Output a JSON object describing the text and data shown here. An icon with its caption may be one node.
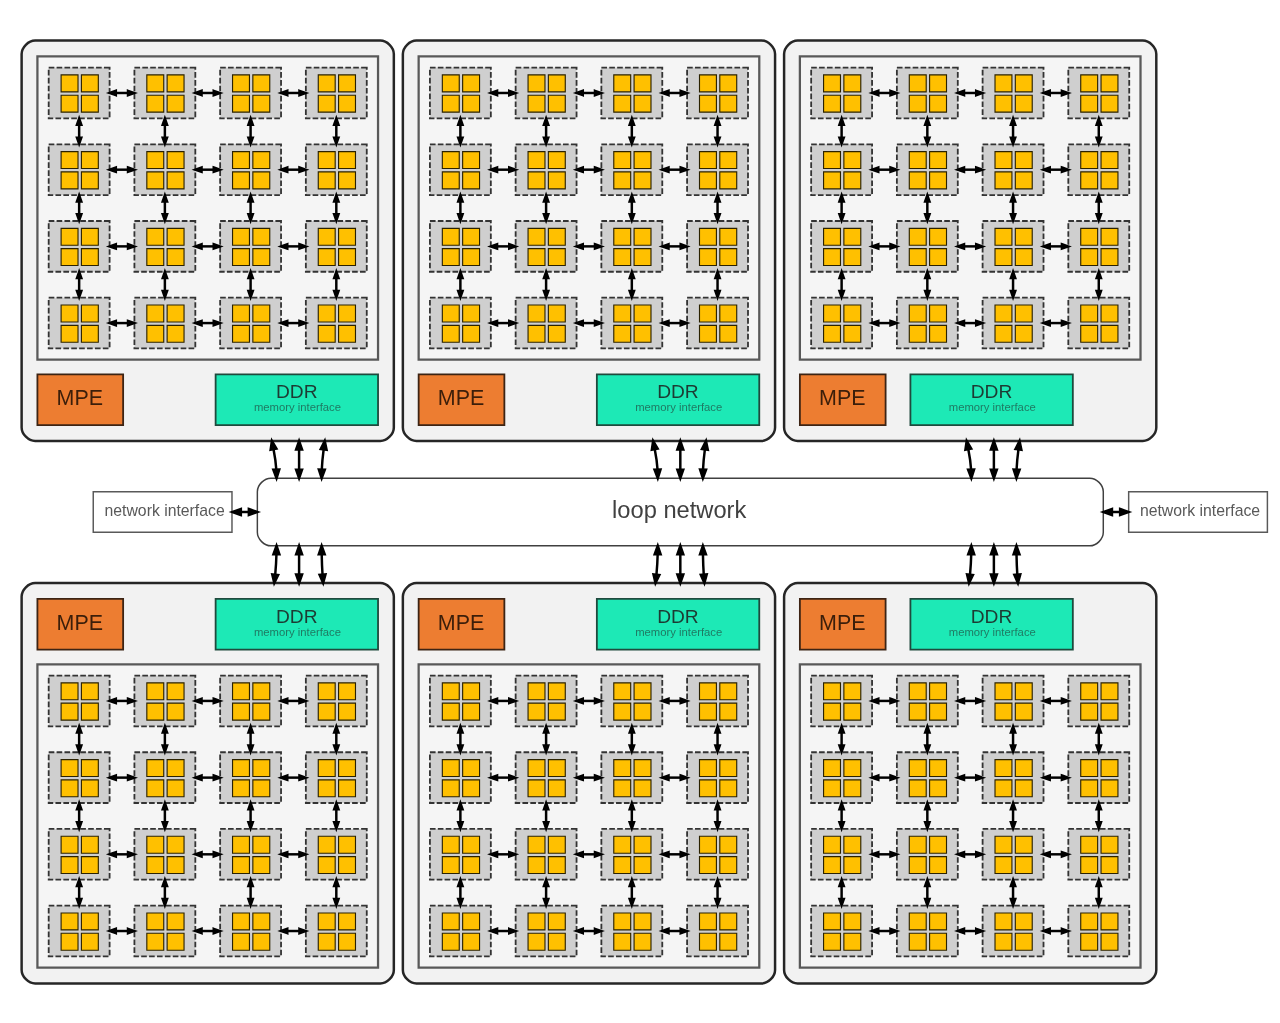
{
  "diagram": {
    "nodes": [
      {
        "text": [],
        "shape": "box"
      },
      {
        "text": [],
        "shape": "box",
        "in": 0
      },
      {
        "text": [],
        "shape": "box",
        "in": 1
      },
      {
        "text": [],
        "shape": "box",
        "in": 1
      },
      {
        "text": [],
        "shape": "box",
        "in": 1
      },
      {
        "text": [],
        "shape": "box",
        "in": 1
      },
      {
        "text": [],
        "shape": "box",
        "in": 1
      },
      {
        "text": [],
        "shape": "box",
        "in": 1
      },
      {
        "text": [],
        "shape": "box",
        "in": 1
      },
      {
        "text": [],
        "shape": "box",
        "in": 1
      },
      {
        "text": [],
        "shape": "box",
        "in": 1
      },
      {
        "text": [],
        "shape": "box",
        "in": 1
      },
      {
        "text": [],
        "shape": "box",
        "in": 1
      },
      {
        "text": [],
        "shape": "box",
        "in": 1
      },
      {
        "text": [],
        "shape": "box",
        "in": 1
      },
      {
        "text": [],
        "shape": "box",
        "in": 1
      },
      {
        "text": [],
        "shape": "box",
        "in": 1
      },
      {
        "text": [],
        "shape": "box",
        "in": 1
      },
      {
        "text": [
          "MPE"
        ],
        "in": 0
      },
      {
        "text": [
          "DDR",
          "memory interface"
        ],
        "in": 0
      },
      {
        "text": [],
        "shape": "box"
      },
      {
        "text": [],
        "shape": "box",
        "in": 20
      },
      {
        "text": [],
        "shape": "box",
        "in": 21
      },
      {
        "text": [],
        "shape": "box",
        "in": 21
      },
      {
        "text": [],
        "shape": "box",
        "in": 21
      },
      {
        "text": [],
        "shape": "box",
        "in": 21
      },
      {
        "text": [],
        "shape": "box",
        "in": 21
      },
      {
        "text": [],
        "shape": "box",
        "in": 21
      },
      {
        "text": [],
        "shape": "box",
        "in": 21
      },
      {
        "text": [],
        "shape": "box",
        "in": 21
      },
      {
        "text": [],
        "shape": "box",
        "in": 21
      },
      {
        "text": [],
        "shape": "box",
        "in": 21
      },
      {
        "text": [],
        "shape": "box",
        "in": 21
      },
      {
        "text": [],
        "shape": "box",
        "in": 21
      },
      {
        "text": [],
        "shape": "box",
        "in": 21
      },
      {
        "text": [],
        "shape": "box",
        "in": 21
      },
      {
        "text": [],
        "shape": "box",
        "in": 21
      },
      {
        "text": [],
        "shape": "box",
        "in": 21
      },
      {
        "text": [
          "MPE"
        ],
        "in": 20
      },
      {
        "text": [
          "DDR",
          "memory interface"
        ],
        "in": 20
      },
      {
        "text": [],
        "shape": "box"
      },
      {
        "text": [],
        "shape": "box",
        "in": 40
      },
      {
        "text": [],
        "shape": "box",
        "in": 41
      },
      {
        "text": [],
        "shape": "box",
        "in": 41
      },
      {
        "text": [],
        "shape": "box",
        "in": 41
      },
      {
        "text": [],
        "shape": "box",
        "in": 41
      },
      {
        "text": [],
        "shape": "box",
        "in": 41
      },
      {
        "text": [],
        "shape": "box",
        "in": 41
      },
      {
        "text": [],
        "shape": "box",
        "in": 41
      },
      {
        "text": [],
        "shape": "box",
        "in": 41
      },
      {
        "text": [],
        "shape": "box",
        "in": 41
      },
      {
        "text": [],
        "shape": "box",
        "in": 41
      },
      {
        "text": [],
        "shape": "box",
        "in": 41
      },
      {
        "text": [],
        "shape": "box",
        "in": 41
      },
      {
        "text": [],
        "shape": "box",
        "in": 41
      },
      {
        "text": [],
        "shape": "box",
        "in": 41
      },
      {
        "text": [],
        "shape": "box",
        "in": 41
      },
      {
        "text": [],
        "shape": "box",
        "in": 41
      },
      {
        "text": [
          "MPE"
        ],
        "in": 40
      },
      {
        "text": [
          "DDR",
          "memory interface"
        ],
        "in": 40
      },
      {
        "text": [
          "network interface"
        ]
      },
      {
        "text": [
          "loop network"
        ]
      },
      {
        "text": [
          "network interface"
        ]
      },
      {
        "text": [],
        "shape": "box"
      },
      {
        "text": [
          "MPE"
        ],
        "in": 63
      },
      {
        "text": [
          "DDR",
          "memory interface"
        ],
        "in": 63
      },
      {
        "text": [],
        "shape": "box",
        "in": 63
      },
      {
        "text": [],
        "shape": "box",
        "in": 66
      },
      {
        "text": [],
        "shape": "box",
        "in": 66
      },
      {
        "text": [],
        "shape": "box",
        "in": 66
      },
      {
        "text": [],
        "shape": "box",
        "in": 66
      },
      {
        "text": [],
        "shape": "box",
        "in": 66
      },
      {
        "text": [],
        "shape": "box",
        "in": 66
      },
      {
        "text": [],
        "shape": "box",
        "in": 66
      },
      {
        "text": [],
        "shape": "box",
        "in": 66
      },
      {
        "text": [],
        "shape": "box",
        "in": 66
      },
      {
        "text": [],
        "shape": "box",
        "in": 66
      },
      {
        "text": [],
        "shape": "box",
        "in": 66
      },
      {
        "text": [],
        "shape": "box",
        "in": 66
      },
      {
        "text": [],
        "shape": "box",
        "in": 66
      },
      {
        "text": [],
        "shape": "box",
        "in": 66
      },
      {
        "text": [],
        "shape": "box",
        "in": 66
      },
      {
        "text": [],
        "shape": "box",
        "in": 66
      },
      {
        "text": [],
        "shape": "box"
      },
      {
        "text": [
          "MPE"
        ],
        "in": 83
      },
      {
        "text": [
          "DDR",
          "memory interface"
        ],
        "in": 83
      },
      {
        "text": [],
        "shape": "box",
        "in": 83
      },
      {
        "text": [],
        "shape": "box",
        "in": 86
      },
      {
        "text": [],
        "shape": "box",
        "in": 86
      },
      {
        "text": [],
        "shape": "box",
        "in": 86
      },
      {
        "text": [],
        "shape": "box",
        "in": 86
      },
      {
        "text": [],
        "shape": "box",
        "in": 86
      },
      {
        "text": [],
        "shape": "box",
        "in": 86
      },
      {
        "text": [],
        "shape": "box",
        "in": 86
      },
      {
        "text": [],
        "shape": "box",
        "in": 86
      },
      {
        "text": [],
        "shape": "box",
        "in": 86
      },
      {
        "text": [],
        "shape": "box",
        "in": 86
      },
      {
        "text": [],
        "shape": "box",
        "in": 86
      },
      {
        "text": [],
        "shape": "box",
        "in": 86
      },
      {
        "text": [],
        "shape": "box",
        "in": 86
      },
      {
        "text": [],
        "shape": "box",
        "in": 86
      },
      {
        "text": [],
        "shape": "box",
        "in": 86
      },
      {
        "text": [],
        "shape": "box",
        "in": 86
      },
      {
        "text": [],
        "shape": "box"
      },
      {
        "text": [
          "MPE"
        ],
        "in": 103
      },
      {
        "text": [
          "DDR",
          "memory interface"
        ],
        "in": 103
      },
      {
        "text": [],
        "shape": "box",
        "in": 103
      },
      {
        "text": [],
        "shape": "box",
        "in": 106
      },
      {
        "text": [],
        "shape": "box",
        "in": 106
      },
      {
        "text": [],
        "shape": "box",
        "in": 106
      },
      {
        "text": [],
        "shape": "box",
        "in": 106
      },
      {
        "text": [],
        "shape": "box",
        "in": 106
      },
      {
        "text": [],
        "shape": "box",
        "in": 106
      },
      {
        "text": [],
        "shape": "box",
        "in": 106
      },
      {
        "text": [],
        "shape": "box",
        "in": 106
      },
      {
        "text": [],
        "shape": "box",
        "in": 106
      },
      {
        "text": [],
        "shape": "box",
        "in": 106
      },
      {
        "text": [],
        "shape": "box",
        "in": 106
      },
      {
        "text": [],
        "shape": "box",
        "in": 106
      },
      {
        "text": [],
        "shape": "box",
        "in": 106
      },
      {
        "text": [],
        "shape": "box",
        "in": 106
      },
      {
        "text": [],
        "shape": "box",
        "in": 106
      },
      {
        "text": [],
        "shape": "box",
        "in": 106
      }
    ],
    "edges": [
      {
        "from": 2,
        "to": 3,
        "arrow": "both"
      },
      {
        "from": 3,
        "to": 4,
        "arrow": "both"
      },
      {
        "from": 4,
        "to": 5,
        "arrow": "both"
      },
      {
        "from": 2,
        "to": 6,
        "arrow": "both"
      },
      {
        "from": 3,
        "to": 7,
        "arrow": "both"
      },
      {
        "from": 4,
        "to": 8,
        "arrow": "both"
      },
      {
        "from": 5,
        "to": 9,
        "arrow": "both"
      },
      {
        "from": 6,
        "to": 7,
        "arrow": "both"
      },
      {
        "from": 7,
        "to": 8,
        "arrow": "both"
      },
      {
        "from": 8,
        "to": 9,
        "arrow": "both"
      },
      {
        "from": 6,
        "to": 10,
        "arrow": "both"
      },
      {
        "from": 7,
        "to": 11,
        "arrow": "both"
      },
      {
        "from": 8,
        "to": 12,
        "arrow": "both"
      },
      {
        "from": 9,
        "to": 13,
        "arrow": "both"
      },
      {
        "from": 10,
        "to": 11,
        "arrow": "both"
      },
      {
        "from": 11,
        "to": 12,
        "arrow": "both"
      },
      {
        "from": 12,
        "to": 13,
        "arrow": "both"
      },
      {
        "from": 10,
        "to": 14,
        "arrow": "both"
      },
      {
        "from": 11,
        "to": 15,
        "arrow": "both"
      },
      {
        "from": 12,
        "to": 16,
        "arrow": "both"
      },
      {
        "from": 13,
        "to": 17,
        "arrow": "both"
      },
      {
        "from": 14,
        "to": 15,
        "arrow": "both"
      },
      {
        "from": 15,
        "to": 16,
        "arrow": "both"
      },
      {
        "from": 16,
        "to": 17,
        "arrow": "both"
      },
      {
        "from": 22,
        "to": 23,
        "arrow": "both"
      },
      {
        "from": 23,
        "to": 24,
        "arrow": "both"
      },
      {
        "from": 24,
        "to": 25,
        "arrow": "both"
      },
      {
        "from": 22,
        "to": 26,
        "arrow": "both"
      },
      {
        "from": 23,
        "to": 27,
        "arrow": "both"
      },
      {
        "from": 24,
        "to": 28,
        "arrow": "both"
      },
      {
        "from": 25,
        "to": 29,
        "arrow": "both"
      },
      {
        "from": 26,
        "to": 27,
        "arrow": "both"
      },
      {
        "from": 27,
        "to": 28,
        "arrow": "both"
      },
      {
        "from": 28,
        "to": 29,
        "arrow": "both"
      },
      {
        "from": 26,
        "to": 30,
        "arrow": "both"
      },
      {
        "from": 27,
        "to": 31,
        "arrow": "both"
      },
      {
        "from": 28,
        "to": 32,
        "arrow": "both"
      },
      {
        "from": 29,
        "to": 33,
        "arrow": "both"
      },
      {
        "from": 30,
        "to": 31,
        "arrow": "both"
      },
      {
        "from": 31,
        "to": 32,
        "arrow": "both"
      },
      {
        "from": 32,
        "to": 33,
        "arrow": "both"
      },
      {
        "from": 30,
        "to": 34,
        "arrow": "both"
      },
      {
        "from": 31,
        "to": 35,
        "arrow": "both"
      },
      {
        "from": 32,
        "to": 36,
        "arrow": "both"
      },
      {
        "from": 33,
        "to": 37,
        "arrow": "both"
      },
      {
        "from": 34,
        "to": 35,
        "arrow": "both"
      },
      {
        "from": 35,
        "to": 36,
        "arrow": "both"
      },
      {
        "from": 36,
        "to": 37,
        "arrow": "both"
      },
      {
        "from": 42,
        "to": 43,
        "arrow": "both"
      },
      {
        "from": 43,
        "to": 44,
        "arrow": "both"
      },
      {
        "from": 44,
        "to": 45,
        "arrow": "both"
      },
      {
        "from": 42,
        "to": 46,
        "arrow": "both"
      },
      {
        "from": 43,
        "to": 47,
        "arrow": "both"
      },
      {
        "from": 44,
        "to": 48,
        "arrow": "both"
      },
      {
        "from": 45,
        "to": 49,
        "arrow": "both"
      },
      {
        "from": 46,
        "to": 47,
        "arrow": "both"
      },
      {
        "from": 47,
        "to": 48,
        "arrow": "both"
      },
      {
        "from": 48,
        "to": 49,
        "arrow": "both"
      },
      {
        "from": 46,
        "to": 50,
        "arrow": "both"
      },
      {
        "from": 47,
        "to": 51,
        "arrow": "both"
      },
      {
        "from": 48,
        "to": 52,
        "arrow": "both"
      },
      {
        "from": 49,
        "to": 53,
        "arrow": "both"
      },
      {
        "from": 50,
        "to": 51,
        "arrow": "both"
      },
      {
        "from": 51,
        "to": 52,
        "arrow": "both"
      },
      {
        "from": 52,
        "to": 53,
        "arrow": "both"
      },
      {
        "from": 50,
        "to": 54,
        "arrow": "both"
      },
      {
        "from": 51,
        "to": 55,
        "arrow": "both"
      },
      {
        "from": 52,
        "to": 56,
        "arrow": "both"
      },
      {
        "from": 53,
        "to": 57,
        "arrow": "both"
      },
      {
        "from": 54,
        "to": 55,
        "arrow": "both"
      },
      {
        "from": 55,
        "to": 56,
        "arrow": "both"
      },
      {
        "from": 56,
        "to": 57,
        "arrow": "both"
      },
      {
        "from": 0,
        "to": 61,
        "arrow": "both"
      },
      {
        "from": 0,
        "to": 61,
        "arrow": "both"
      },
      {
        "from": 0,
        "to": 61,
        "arrow": "both"
      },
      {
        "from": 20,
        "to": 61,
        "arrow": "both"
      },
      {
        "from": 20,
        "to": 61,
        "arrow": "both"
      },
      {
        "from": 20,
        "to": 61,
        "arrow": "both"
      },
      {
        "from": 40,
        "to": 61,
        "arrow": "both"
      },
      {
        "from": 40,
        "to": 61,
        "arrow": "both"
      },
      {
        "from": 40,
        "to": 61,
        "arrow": "both"
      },
      {
        "from": 60,
        "to": 61,
        "arrow": "both"
      },
      {
        "from": 61,
        "to": 62,
        "arrow": "both"
      },
      {
        "from": 61,
        "to": 63,
        "arrow": "both"
      },
      {
        "from": 61,
        "to": 63,
        "arrow": "both"
      },
      {
        "from": 61,
        "to": 63,
        "arrow": "both"
      },
      {
        "from": 61,
        "to": 83,
        "arrow": "both"
      },
      {
        "from": 61,
        "to": 83,
        "arrow": "both"
      },
      {
        "from": 61,
        "to": 83,
        "arrow": "both"
      },
      {
        "from": 61,
        "to": 103,
        "arrow": "both"
      },
      {
        "from": 61,
        "to": 103,
        "arrow": "both"
      },
      {
        "from": 61,
        "to": 103,
        "arrow": "both"
      },
      {
        "from": 67,
        "to": 68,
        "arrow": "both"
      },
      {
        "from": 68,
        "to": 69,
        "arrow": "both"
      },
      {
        "from": 69,
        "to": 70,
        "arrow": "both"
      },
      {
        "from": 67,
        "to": 71,
        "arrow": "both"
      },
      {
        "from": 68,
        "to": 72,
        "arrow": "both"
      },
      {
        "from": 69,
        "to": 73,
        "arrow": "both"
      },
      {
        "from": 70,
        "to": 74,
        "arrow": "both"
      },
      {
        "from": 71,
        "to": 72,
        "arrow": "both"
      },
      {
        "from": 72,
        "to": 73,
        "arrow": "both"
      },
      {
        "from": 73,
        "to": 74,
        "arrow": "both"
      },
      {
        "from": 71,
        "to": 75,
        "arrow": "both"
      },
      {
        "from": 72,
        "to": 76,
        "arrow": "both"
      },
      {
        "from": 73,
        "to": 77,
        "arrow": "both"
      },
      {
        "from": 74,
        "to": 78,
        "arrow": "both"
      },
      {
        "from": 75,
        "to": 76,
        "arrow": "both"
      },
      {
        "from": 76,
        "to": 77,
        "arrow": "both"
      },
      {
        "from": 77,
        "to": 78,
        "arrow": "both"
      },
      {
        "from": 75,
        "to": 79,
        "arrow": "both"
      },
      {
        "from": 76,
        "to": 80,
        "arrow": "both"
      },
      {
        "from": 77,
        "to": 81,
        "arrow": "both"
      },
      {
        "from": 78,
        "to": 82,
        "arrow": "both"
      },
      {
        "from": 79,
        "to": 80,
        "arrow": "both"
      },
      {
        "from": 80,
        "to": 81,
        "arrow": "both"
      },
      {
        "from": 81,
        "to": 82,
        "arrow": "both"
      },
      {
        "from": 87,
        "to": 88,
        "arrow": "both"
      },
      {
        "from": 88,
        "to": 89,
        "arrow": "both"
      },
      {
        "from": 89,
        "to": 90,
        "arrow": "both"
      },
      {
        "from": 87,
        "to": 91,
        "arrow": "both"
      },
      {
        "from": 88,
        "to": 92,
        "arrow": "both"
      },
      {
        "from": 89,
        "to": 93,
        "arrow": "both"
      },
      {
        "from": 90,
        "to": 94,
        "arrow": "both"
      },
      {
        "from": 91,
        "to": 92,
        "arrow": "both"
      },
      {
        "from": 92,
        "to": 93,
        "arrow": "both"
      },
      {
        "from": 93,
        "to": 94,
        "arrow": "both"
      },
      {
        "from": 91,
        "to": 95,
        "arrow": "both"
      },
      {
        "from": 92,
        "to": 96,
        "arrow": "both"
      },
      {
        "from": 93,
        "to": 97,
        "arrow": "both"
      },
      {
        "from": 94,
        "to": 98,
        "arrow": "both"
      },
      {
        "from": 95,
        "to": 96,
        "arrow": "both"
      },
      {
        "from": 96,
        "to": 97,
        "arrow": "both"
      },
      {
        "from": 97,
        "to": 98,
        "arrow": "both"
      },
      {
        "from": 95,
        "to": 99,
        "arrow": "both"
      },
      {
        "from": 96,
        "to": 100,
        "arrow": "both"
      },
      {
        "from": 97,
        "to": 101,
        "arrow": "both"
      },
      {
        "from": 98,
        "to": 102,
        "arrow": "both"
      },
      {
        "from": 99,
        "to": 100,
        "arrow": "both"
      },
      {
        "from": 100,
        "to": 101,
        "arrow": "both"
      },
      {
        "from": 101,
        "to": 102,
        "arrow": "both"
      },
      {
        "from": 107,
        "to": 108,
        "arrow": "both"
      },
      {
        "from": 108,
        "to": 109,
        "arrow": "both"
      },
      {
        "from": 109,
        "to": 110,
        "arrow": "both"
      },
      {
        "from": 107,
        "to": 111,
        "arrow": "both"
      },
      {
        "from": 108,
        "to": 112,
        "arrow": "both"
      },
      {
        "from": 109,
        "to": 113,
        "arrow": "both"
      },
      {
        "from": 110,
        "to": 114,
        "arrow": "both"
      },
      {
        "from": 111,
        "to": 112,
        "arrow": "both"
      },
      {
        "from": 112,
        "to": 113,
        "arrow": "both"
      },
      {
        "from": 113,
        "to": 114,
        "arrow": "both"
      },
      {
        "from": 111,
        "to": 115,
        "arrow": "both"
      },
      {
        "from": 112,
        "to": 116,
        "arrow": "both"
      },
      {
        "from": 113,
        "to": 117,
        "arrow": "both"
      },
      {
        "from": 114,
        "to": 118,
        "arrow": "both"
      },
      {
        "from": 115,
        "to": 116,
        "arrow": "both"
      },
      {
        "from": 116,
        "to": 117,
        "arrow": "both"
      },
      {
        "from": 117,
        "to": 118,
        "arrow": "both"
      },
      {
        "from": 115,
        "to": 119,
        "arrow": "both"
      },
      {
        "from": 116,
        "to": 120,
        "arrow": "both"
      },
      {
        "from": 117,
        "to": 121,
        "arrow": "both"
      },
      {
        "from": 118,
        "to": 122,
        "arrow": "both"
      },
      {
        "from": 119,
        "to": 120,
        "arrow": "both"
      },
      {
        "from": 120,
        "to": 121,
        "arrow": "both"
      },
      {
        "from": 121,
        "to": 122,
        "arrow": "both"
      }
    ]
  }
}
